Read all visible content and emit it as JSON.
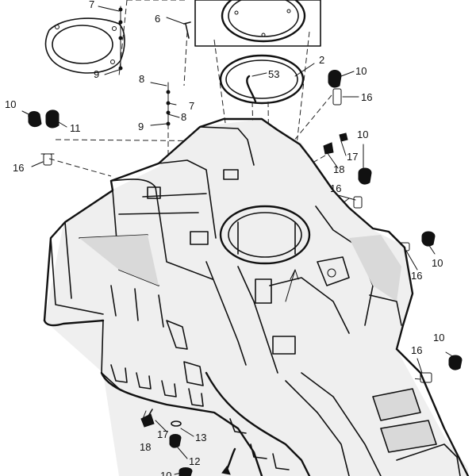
{
  "diagram": {
    "labels": {
      "l7a": "7",
      "l6": "6",
      "l9a": "9",
      "l2": "2",
      "l53": "53",
      "l10a": "10",
      "l16a": "16",
      "l8a": "8",
      "l7b": "7",
      "l8b": "8",
      "l9b": "9",
      "l10b": "10",
      "l11": "11",
      "l16b": "16",
      "l17a": "17",
      "l18a": "18",
      "l10c": "10",
      "l16c": "16",
      "l10d": "10",
      "l16d": "16",
      "l16e": "16",
      "l10e": "10",
      "l18b": "18",
      "l17b": "17",
      "l13": "13",
      "l12": "12",
      "l10f": "10"
    }
  }
}
